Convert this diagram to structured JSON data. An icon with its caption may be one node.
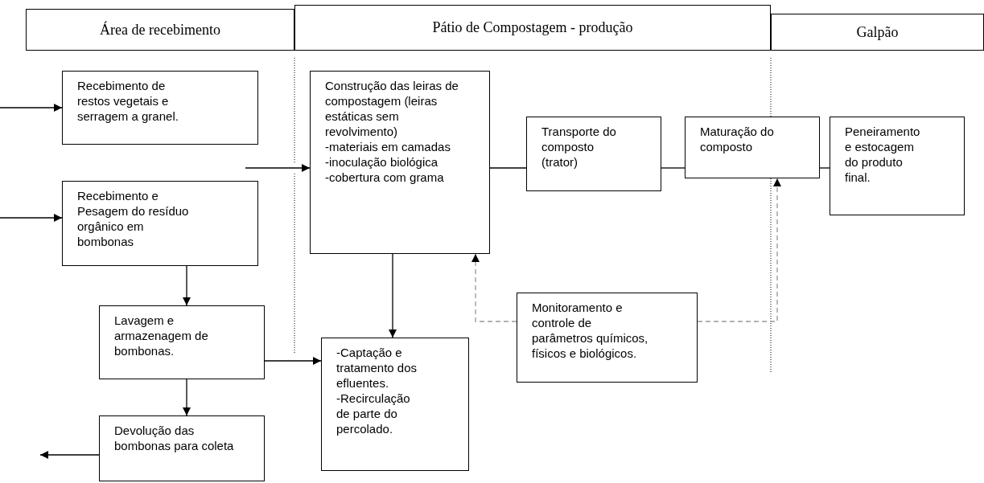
{
  "diagram": {
    "nodes": [
      {
        "text": [
          "Área de recebimento"
        ]
      },
      {
        "text": [
          "Pátio de Compostagem - produção"
        ]
      },
      {
        "text": [
          "Galpão"
        ]
      },
      {
        "text": [
          "Recebimento de restos vegetais e serragem a granel."
        ]
      },
      {
        "text": [
          "Recebimento e Pesagem do resíduo orgânico em bombonas"
        ]
      },
      {
        "text": [
          "Lavagem e armazenagem de bombonas."
        ]
      },
      {
        "text": [
          "Devolução das bombonas para coleta"
        ]
      },
      {
        "text": [
          "Construção das leiras de compostagem (leiras estáticas sem revolvimento)",
          "-materiais em camadas",
          "-inoculação biológica",
          "-cobertura com grama"
        ]
      },
      {
        "text": [
          "-Captação e tratamento dos efluentes.",
          "-Recirculação de parte do percolado."
        ]
      },
      {
        "text": [
          "Transporte do composto (trator)"
        ]
      },
      {
        "text": [
          "Maturação do composto"
        ]
      },
      {
        "text": [
          "Peneiramento e estocagem do produto final."
        ]
      },
      {
        "text": [
          "Monitoramento e controle de parâmetros químicos, físicos e biológicos."
        ]
      }
    ],
    "edges": [
      {
        "from": null,
        "to": 3,
        "arrow": "to"
      },
      {
        "from": null,
        "to": 4,
        "arrow": "to"
      },
      {
        "from": null,
        "to": 7,
        "arrow": "to"
      },
      {
        "from": 4,
        "to": 5,
        "arrow": "to"
      },
      {
        "from": 5,
        "to": 6,
        "arrow": "to"
      },
      {
        "from": 6,
        "to": null,
        "arrow": "to"
      },
      {
        "from": 5,
        "to": 8,
        "arrow": "to"
      },
      {
        "from": 7,
        "to": 8,
        "arrow": "to"
      },
      {
        "from": 7,
        "to": 9,
        "arrow": "none"
      },
      {
        "from": 9,
        "to": 10,
        "arrow": "none"
      },
      {
        "from": 10,
        "to": 11,
        "arrow": "none"
      },
      {
        "from": 12,
        "to": 7,
        "arrow": "to",
        "style": "dashed",
        "color": "#999999"
      },
      {
        "from": 12,
        "to": 10,
        "arrow": "to",
        "style": "dashed",
        "color": "#999999"
      }
    ]
  }
}
